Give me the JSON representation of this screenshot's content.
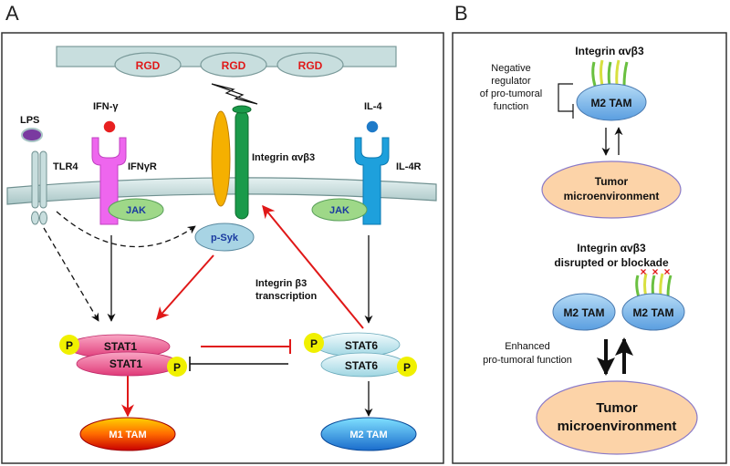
{
  "panels": {
    "a": {
      "letter": "A"
    },
    "b": {
      "letter": "B"
    }
  },
  "panel_a": {
    "rgd": [
      "RGD",
      "RGD",
      "RGD"
    ],
    "lps": "LPS",
    "tlr4": "TLR4",
    "ifn_gamma": "IFN-γ",
    "ifn_gamma_r": "IFNγR",
    "jak_left": "JAK",
    "integrin_label": "Integrin αvβ3",
    "il4": "IL-4",
    "il4r": "IL-4R",
    "jak_right": "JAK",
    "psyk": "p-Syk",
    "integrin_b3_line1": "Integrin β3",
    "integrin_b3_line2": "transcription",
    "phospho": "P",
    "stat1": "STAT1",
    "stat6": "STAT6",
    "m1_tam": "M1 TAM",
    "m2_tam": "M2 TAM"
  },
  "panel_b": {
    "integrin_top": "Integrin αvβ3",
    "neg_line1": "Negative",
    "neg_line2": "regulator",
    "neg_line3": "of pro-tumoral",
    "neg_line4": "function",
    "m2_tam_top": "M2 TAM",
    "tumor_top_line1": "Tumor",
    "tumor_top_line2": "microenvironment",
    "disrupted_line1": "Integrin αvβ3",
    "disrupted_line2": "disrupted or blockade",
    "m2_tam_left": "M2 TAM",
    "m2_tam_right": "M2 TAM",
    "enhanced_line1": "Enhanced",
    "enhanced_line2": "pro-tumoral function",
    "tumor_bottom_line1": "Tumor",
    "tumor_bottom_line2": "microenvironment",
    "block_mark": "×"
  },
  "colors": {
    "membrane": "#c8dede",
    "membrane_stroke": "#7a9a9a",
    "red": "#e01818",
    "stat1": "#e85a8a",
    "stat6": "#b8e4ec",
    "phospho": "#f0f000",
    "integrin_alpha": "#f5b000",
    "integrin_beta": "#1a9a4a",
    "ifngr": "#ee66ee",
    "il4r": "#1ea0dc",
    "jak": "#9ed888",
    "psyk": "#a8d4e4",
    "tam": "#7ab8e8",
    "tumor": "#fcd3a8",
    "lps": "#7a3aa0"
  }
}
